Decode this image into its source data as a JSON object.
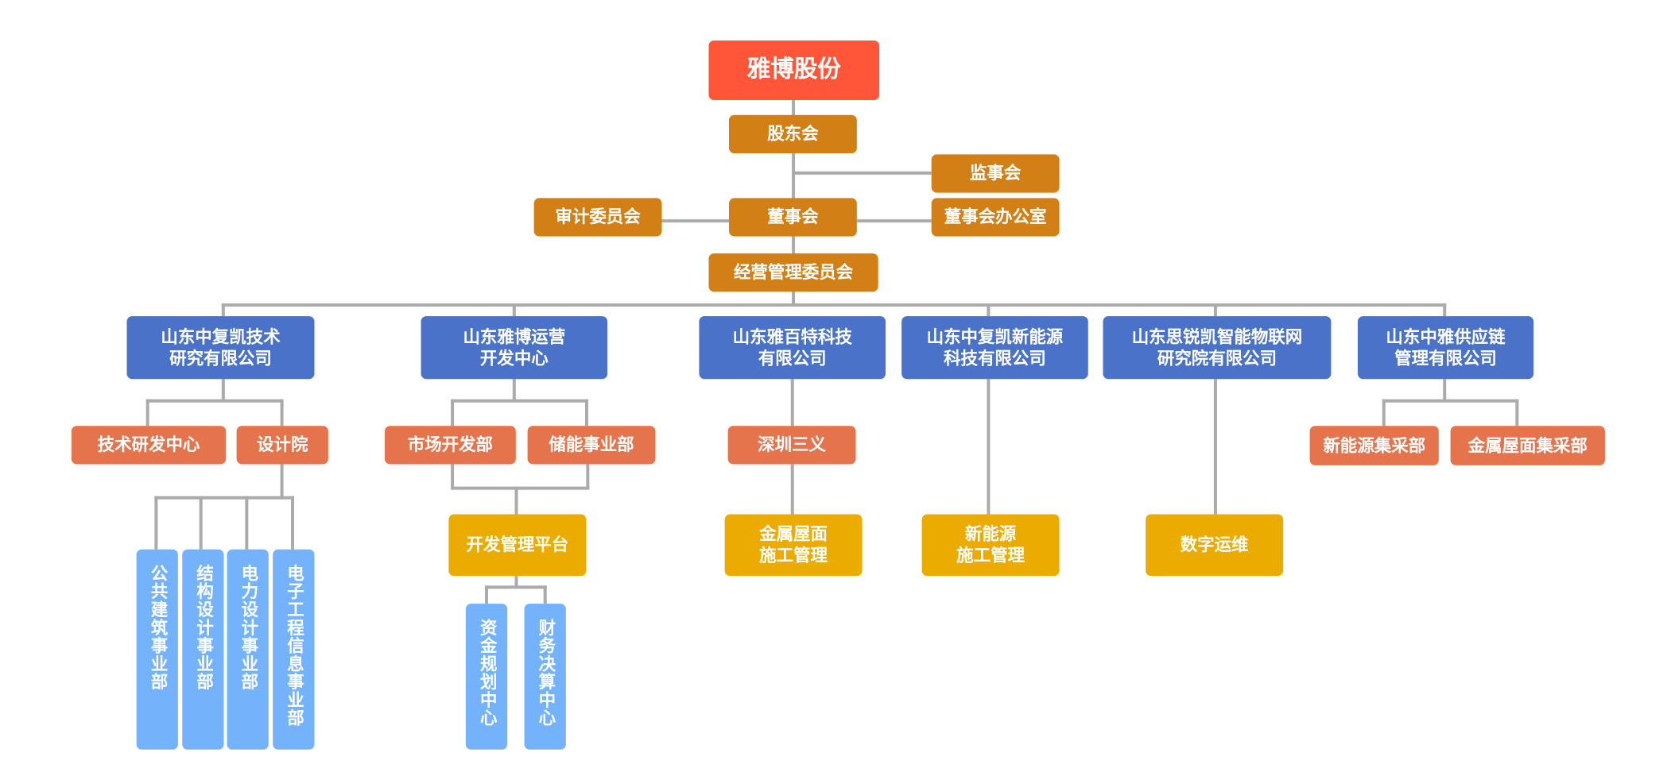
{
  "root": "雅博股份",
  "governance": {
    "shareholders": "股东会",
    "supervisors": "监事会",
    "audit_committee": "审计委员会",
    "board": "董事会",
    "board_office": "董事会办公室",
    "management_committee": "经营管理委员会"
  },
  "companies": [
    {
      "name": "山东中复凯技术\n研究有限公司"
    },
    {
      "name": "山东雅博运营\n开发中心"
    },
    {
      "name": "山东雅百特科技\n有限公司"
    },
    {
      "name": "山东中复凯新能源\n科技有限公司"
    },
    {
      "name": "山东思锐凯智能物联网\n研究院有限公司"
    },
    {
      "name": "山东中雅供应链\n管理有限公司"
    }
  ],
  "departments": {
    "tech_rd_center": "技术研发中心",
    "design_institute": "设计院",
    "market_dev": "市场开发部",
    "energy_storage": "储能事业部",
    "shenzhen_sanyi": "深圳三义",
    "new_energy_procurement": "新能源集采部",
    "metal_roof_procurement": "金属屋面集采部"
  },
  "business": {
    "dev_platform": "开发管理平台",
    "metal_roof_construction": "金属屋面\n施工管理",
    "new_energy_construction": "新能源\n施工管理",
    "digital_ops": "数字运维"
  },
  "units": {
    "design": [
      "公共建筑事业部",
      "结构设计事业部",
      "电力设计事业部",
      "电子工程信息事业部"
    ],
    "platform": [
      "资金规划中心",
      "财务决算中心"
    ]
  },
  "colors": {
    "root": "#FF5539",
    "governance": "#D27F16",
    "company": "#4A72C8",
    "department": "#E5744D",
    "business": "#EBAB00",
    "unit": "#74B3FB",
    "connector": "#ABABAB"
  }
}
